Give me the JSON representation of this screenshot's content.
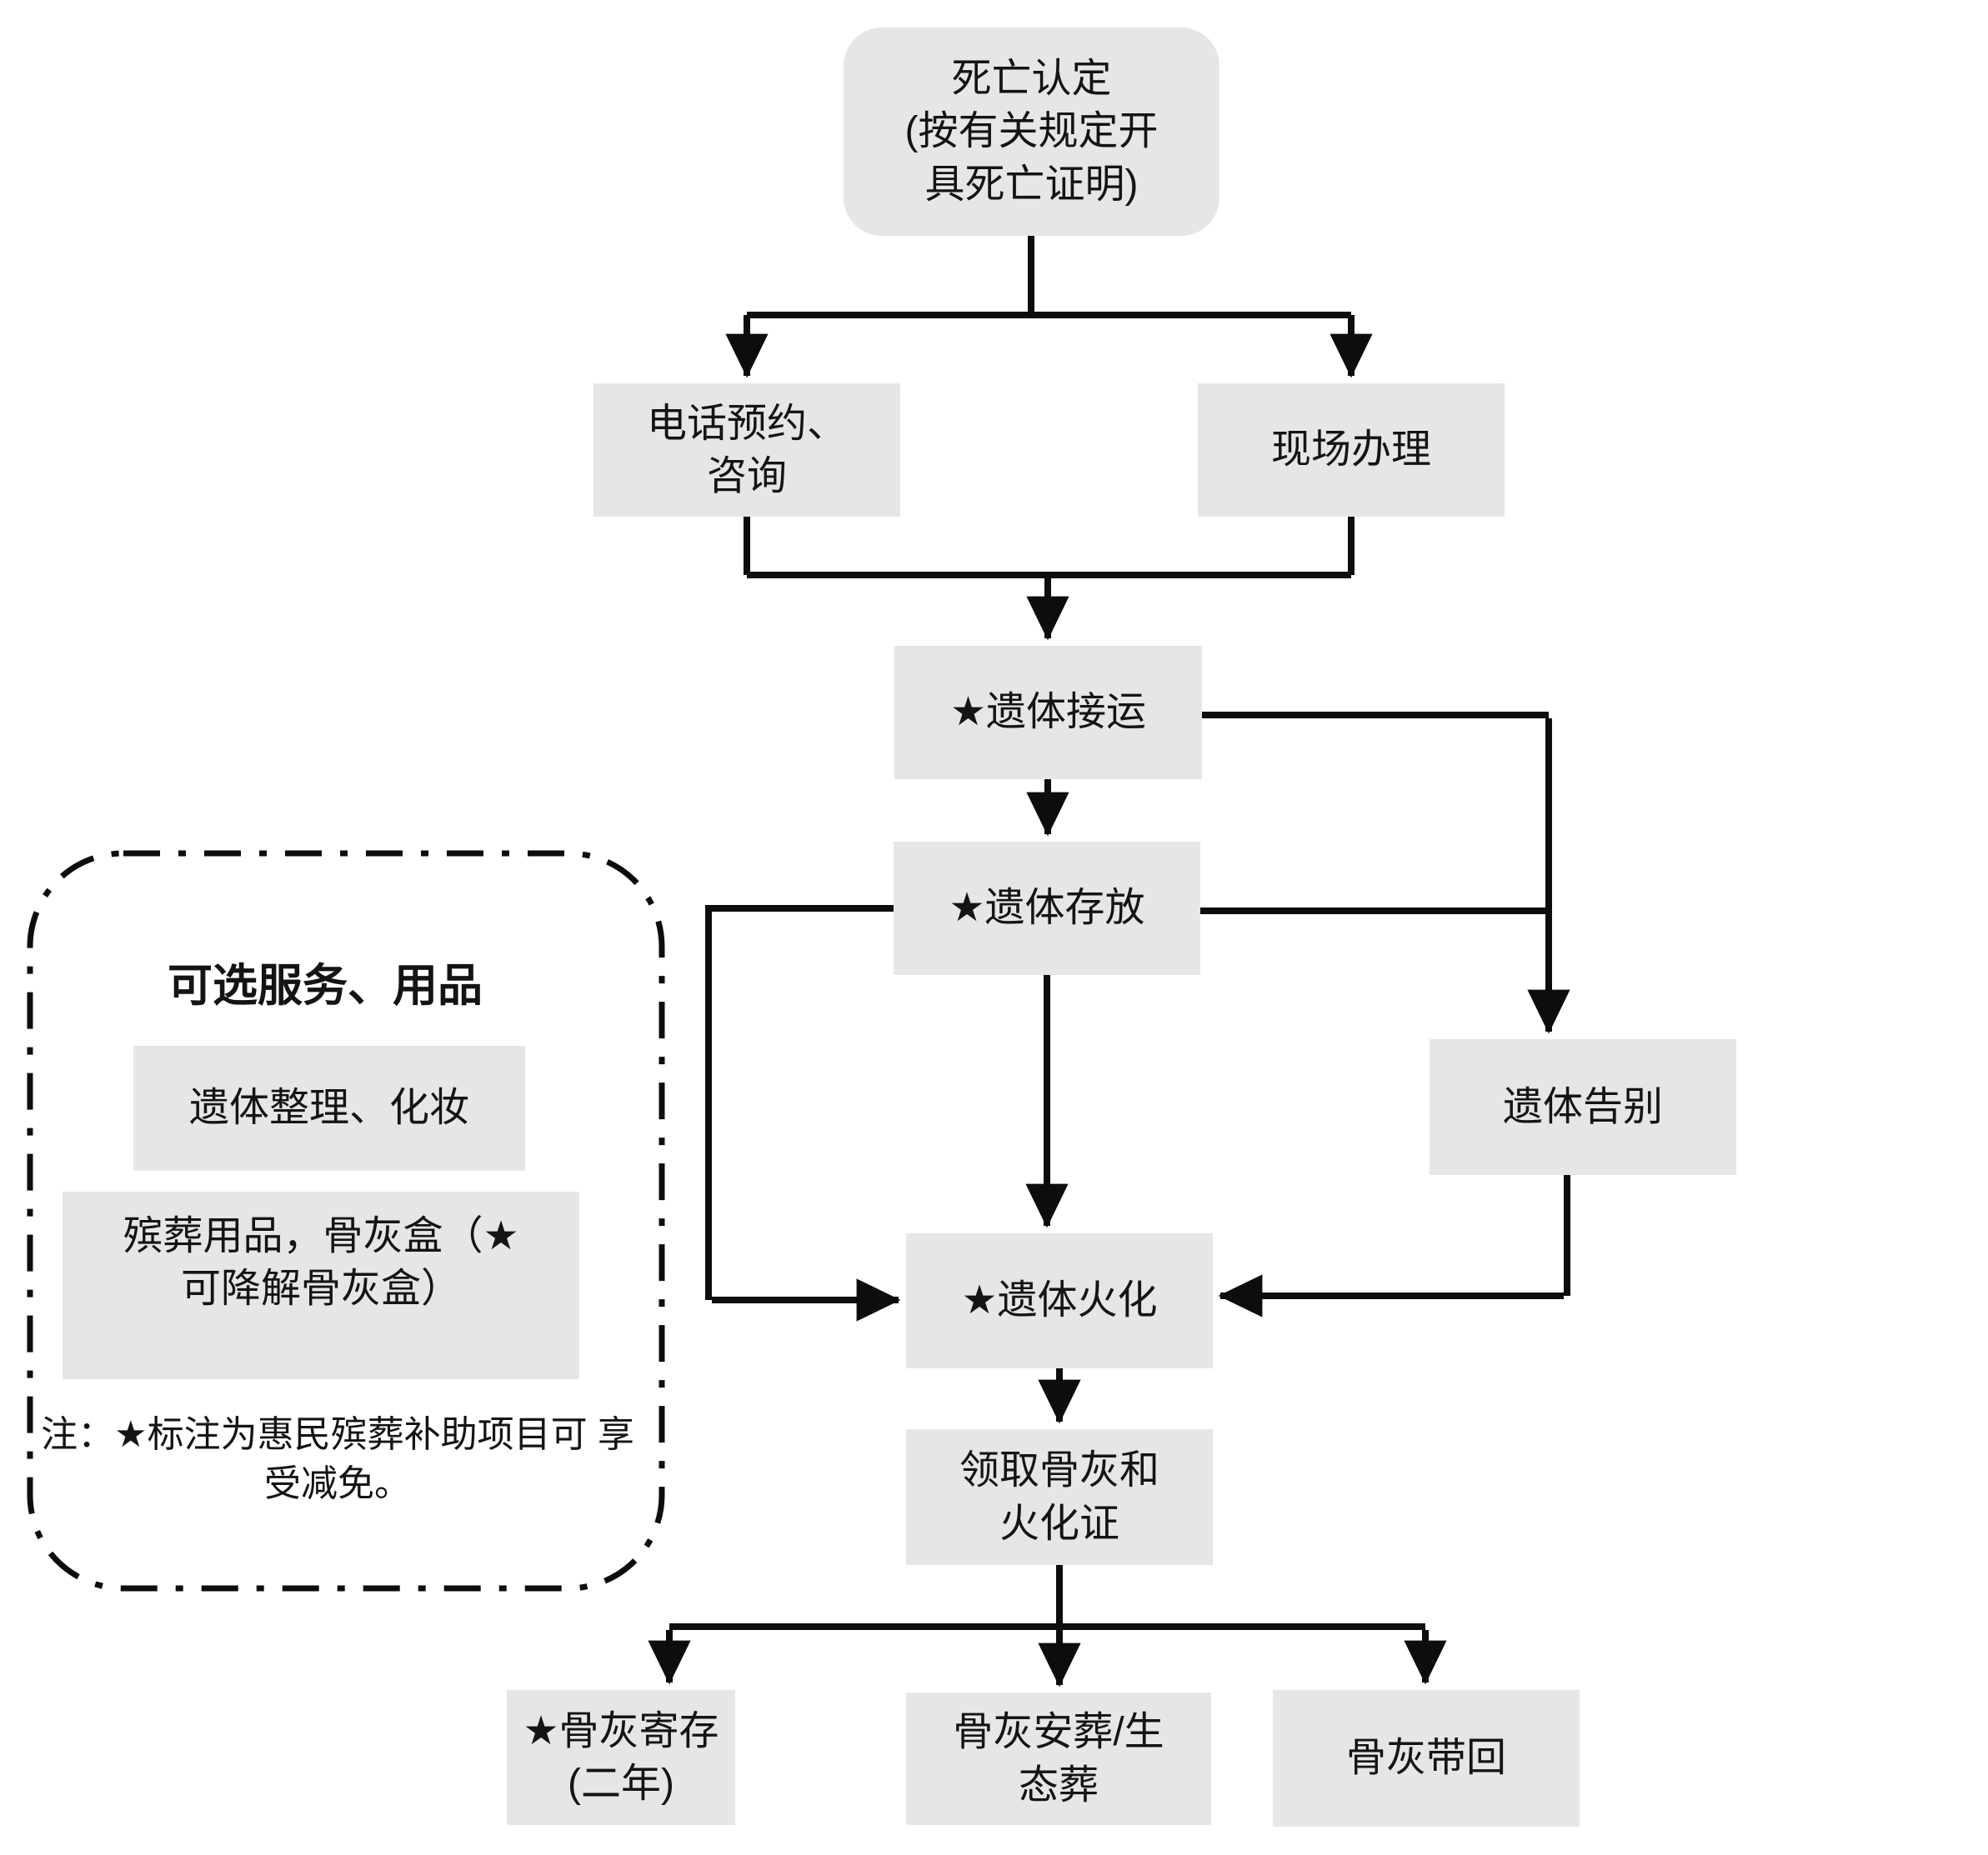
{
  "diagram": {
    "type": "flowchart",
    "colors": {
      "node_fill": "#e7e6e6",
      "line": "#0d0d0d",
      "text": "#141414",
      "background": "#ffffff"
    },
    "nodes": {
      "death": {
        "lines": [
          "死亡认定",
          "(按有关规定开",
          "具死亡证明)"
        ]
      },
      "phone": {
        "lines": [
          "电话预约、",
          "咨询"
        ]
      },
      "onsite": {
        "label": "现场办理"
      },
      "transport": {
        "label": "★遗体接运"
      },
      "storage": {
        "label": "★遗体存放"
      },
      "farewell": {
        "label": "遗体告别"
      },
      "cremation": {
        "label": "★遗体火化"
      },
      "receive": {
        "lines": [
          "领取骨灰和",
          "火化证"
        ]
      },
      "ash_storage": {
        "lines": [
          "★骨灰寄存",
          "(二年)"
        ]
      },
      "ash_burial": {
        "lines": [
          "骨灰安葬/生",
          "态葬"
        ]
      },
      "ash_takehome": {
        "label": "骨灰带回"
      }
    },
    "edges": [
      {
        "from": "death",
        "to": "phone"
      },
      {
        "from": "death",
        "to": "onsite"
      },
      {
        "from": "phone",
        "to": "transport"
      },
      {
        "from": "onsite",
        "to": "transport"
      },
      {
        "from": "transport",
        "to": "storage"
      },
      {
        "from": "transport",
        "to": "farewell"
      },
      {
        "from": "storage",
        "to": "farewell"
      },
      {
        "from": "storage",
        "to": "cremation"
      },
      {
        "from": "farewell",
        "to": "cremation"
      },
      {
        "from": "cremation",
        "to": "receive"
      },
      {
        "from": "receive",
        "to": "ash_storage"
      },
      {
        "from": "receive",
        "to": "ash_burial"
      },
      {
        "from": "receive",
        "to": "ash_takehome"
      }
    ],
    "optional_panel": {
      "title": "可选服务、用品",
      "items": [
        {
          "label": "遗体整理、化妆"
        },
        {
          "lines": [
            "殡葬用品，骨灰盒（★",
            "可降解骨灰盒）"
          ]
        }
      ],
      "note_lines": [
        "注：★标注为惠民殡葬补助项目可",
        "享受减免。"
      ]
    }
  }
}
